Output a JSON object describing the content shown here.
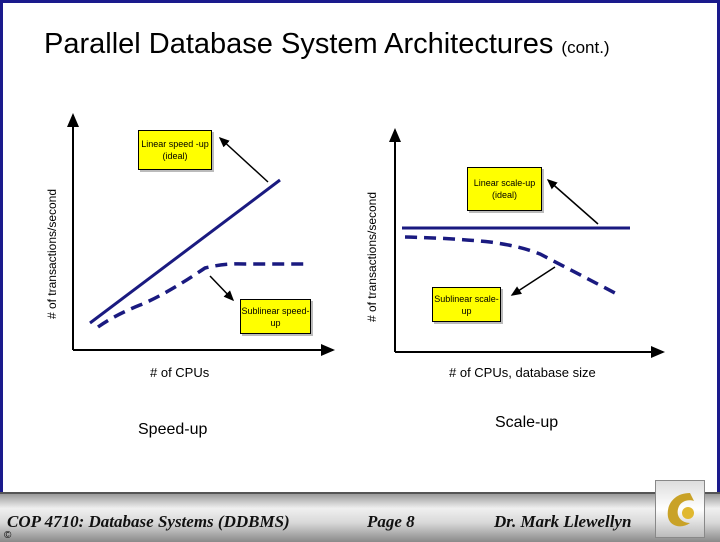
{
  "title": "Parallel Database System Architectures",
  "title_suffix": "(cont.)",
  "left": {
    "ylabel": "# of transactions/second",
    "xlabel": "# of CPUs",
    "caption": "Speed-up",
    "ideal_box": "Linear speed -up (ideal)",
    "sub_box": "Sublinear speed-up"
  },
  "right": {
    "ylabel": "# of transactions/second",
    "xlabel": "# of CPUs, database size",
    "caption": "Scale-up",
    "ideal_box": "Linear scale-up (ideal)",
    "sub_box": "Sublinear scale-up"
  },
  "footer": {
    "course": "COP 4710: Database Systems  (DDBMS)",
    "page": "Page 8",
    "author": "Dr. Mark Llewellyn",
    "copyright": "©"
  },
  "colors": {
    "line": "#1a1a80",
    "box": "#ffff00",
    "frame": "#1a1a8c"
  }
}
